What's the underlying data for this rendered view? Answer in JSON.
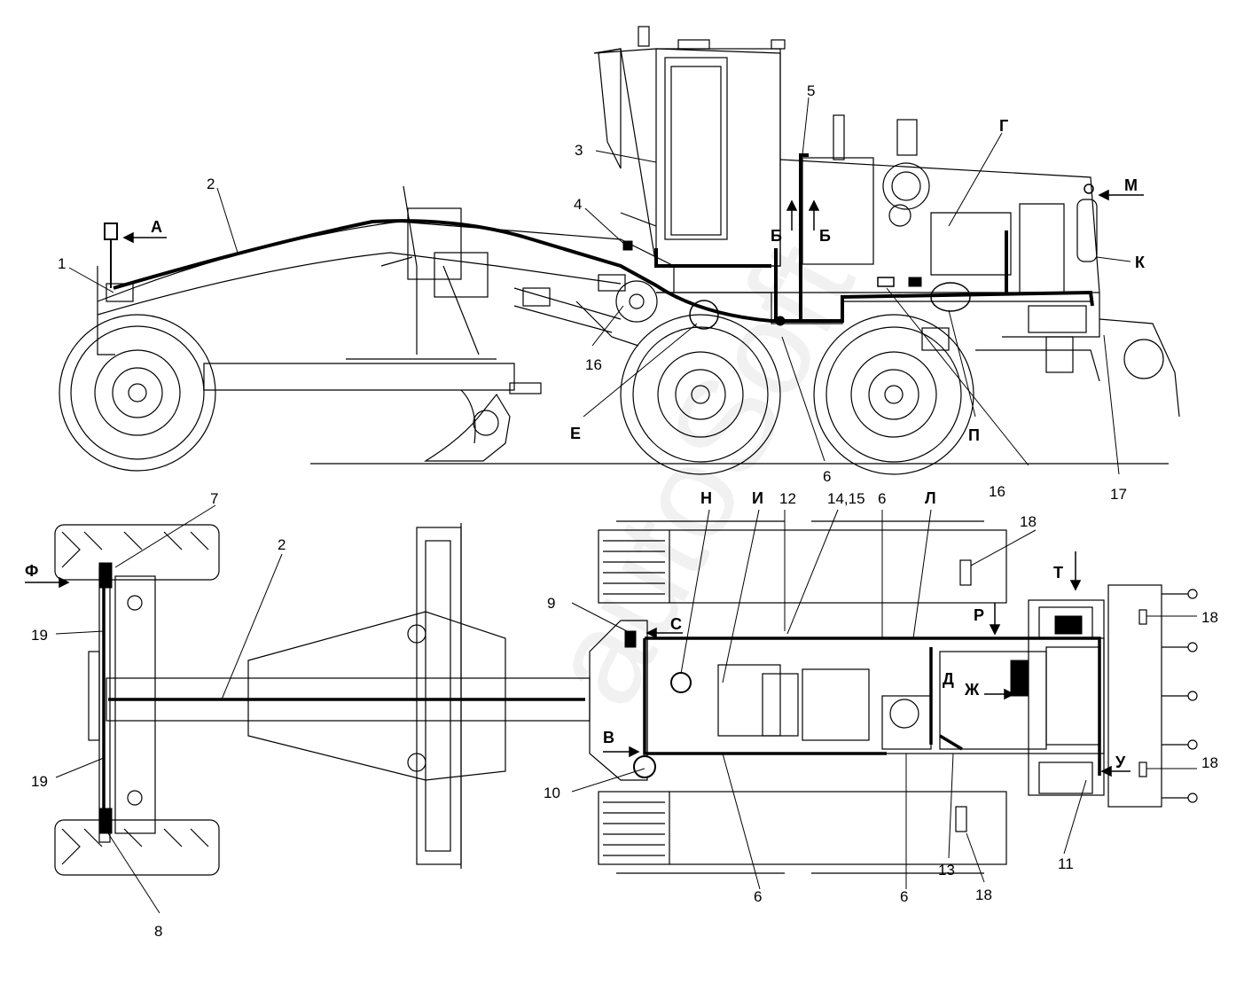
{
  "watermark": "autoSoft",
  "numbers": {
    "n1": "1",
    "n2": "2",
    "n3": "3",
    "n4": "4",
    "n5": "5",
    "n6a": "6",
    "n6b": "6",
    "n6c": "6",
    "n6d": "6",
    "n7": "7",
    "n8": "8",
    "n9": "9",
    "n10": "10",
    "n11": "11",
    "n12": "12",
    "n13": "13",
    "n14_15": "14,15",
    "n16a": "16",
    "n16b": "16",
    "n17": "17",
    "n18a": "18",
    "n18b": "18",
    "n18c": "18",
    "n18d": "18",
    "n19a": "19",
    "n19b": "19",
    "n2b": "2"
  },
  "letters": {
    "A": "А",
    "B1": "Б",
    "B2": "Б",
    "G": "Г",
    "M": "М",
    "K": "К",
    "E": "Е",
    "P": "П",
    "F": "Ф",
    "N": "Н",
    "I": "И",
    "L": "Л",
    "C": "С",
    "V": "В",
    "R": "Р",
    "T": "Т",
    "U": "У",
    "D": "Д",
    "ZH": "Ж"
  }
}
